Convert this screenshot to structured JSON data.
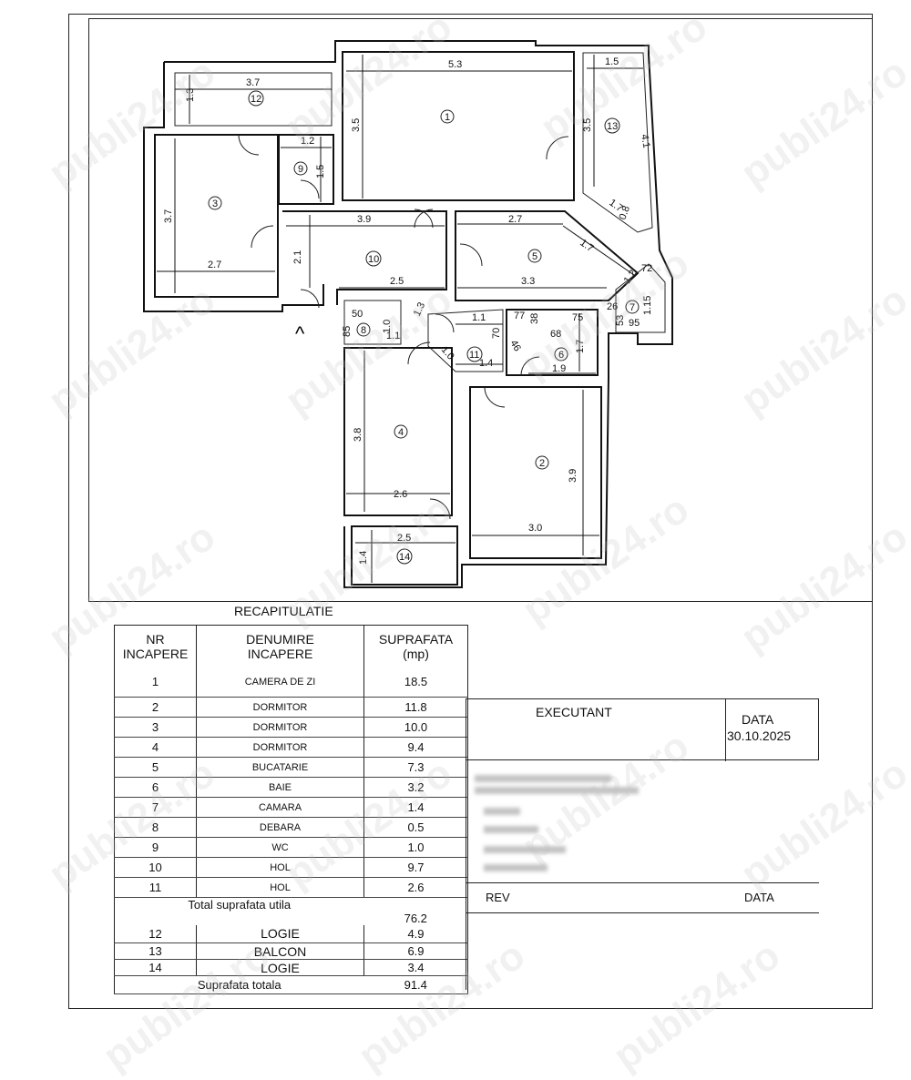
{
  "plan": {
    "north_marker": "^",
    "rooms": [
      "1",
      "2",
      "3",
      "4",
      "5",
      "6",
      "7",
      "8",
      "9",
      "10",
      "11",
      "12",
      "13",
      "14"
    ],
    "dimensions": {
      "d_37_top": "3.7",
      "d_13": "1.3",
      "d_53": "5.3",
      "d_15": "1.5",
      "d_35a": "3.5",
      "d_35b": "3.5",
      "d_41": "4.1",
      "d_12a": "1.2",
      "d_15b": "1.5",
      "d_37_side": "3.7",
      "d_39": "3.9",
      "d_27a": "2.7",
      "d_17a": "1.7",
      "d_08": "0.8",
      "d_17b": "1.7",
      "d_21": "2.1",
      "d_27b": "2.7",
      "d_25a": "2.5",
      "d_33": "3.3",
      "d_12b": "1.2",
      "d_72": "72",
      "d_115": "1.15",
      "d_26": "26",
      "d_53b": "53",
      "d_95": "95",
      "d_50": "50",
      "d_10a": "1.0",
      "d_13b": "1.3",
      "d_85": "85",
      "d_11a": "1.1",
      "d_11b": "1.1",
      "d_77": "77",
      "d_38": "38",
      "d_75": "75",
      "d_70": "70",
      "d_46": "46",
      "d_68": "68",
      "d_10b": "1.0",
      "d_14a": "1.4",
      "d_17c": "1.7",
      "d_19": "1.9",
      "d_38b": "3.8",
      "d_39b": "3.9",
      "d_26b": "2.6",
      "d_30": "3.0",
      "d_25b": "2.5",
      "d_14b": "1.4"
    }
  },
  "recap": {
    "title": "RECAPITULATIE",
    "headers": {
      "nr": "NR\nINCAPERE",
      "name": "DENUMIRE\nINCAPERE",
      "area": "SUPRAFATA\n(mp)"
    },
    "rows": [
      {
        "nr": "1",
        "name": "CAMERA DE ZI",
        "area": "18.5"
      },
      {
        "nr": "2",
        "name": "DORMITOR",
        "area": "11.8"
      },
      {
        "nr": "3",
        "name": "DORMITOR",
        "area": "10.0"
      },
      {
        "nr": "4",
        "name": "DORMITOR",
        "area": "9.4"
      },
      {
        "nr": "5",
        "name": "BUCATARIE",
        "area": "7.3"
      },
      {
        "nr": "6",
        "name": "BAIE",
        "area": "3.2"
      },
      {
        "nr": "7",
        "name": "CAMARA",
        "area": "1.4"
      },
      {
        "nr": "8",
        "name": "DEBARA",
        "area": "0.5"
      },
      {
        "nr": "9",
        "name": "WC",
        "area": "1.0"
      },
      {
        "nr": "10",
        "name": "HOL",
        "area": "9.7"
      },
      {
        "nr": "11",
        "name": "HOL",
        "area": "2.6"
      }
    ],
    "total_util_label": "Total suprafata utila",
    "total_util_value": "76.2",
    "extra_rows": [
      {
        "nr": "12",
        "name": "LOGIE",
        "area": "4.9"
      },
      {
        "nr": "13",
        "name": "BALCON",
        "area": "6.9"
      },
      {
        "nr": "14",
        "name": "LOGIE",
        "area": "3.4"
      }
    ],
    "total_label": "Suprafata totala",
    "total_value": "91.4"
  },
  "executant": {
    "label": "EXECUTANT",
    "data_label": "DATA",
    "date": "30.10.2025",
    "rev_label": "REV",
    "rev_data_label": "DATA"
  },
  "watermark": "publi24.ro"
}
